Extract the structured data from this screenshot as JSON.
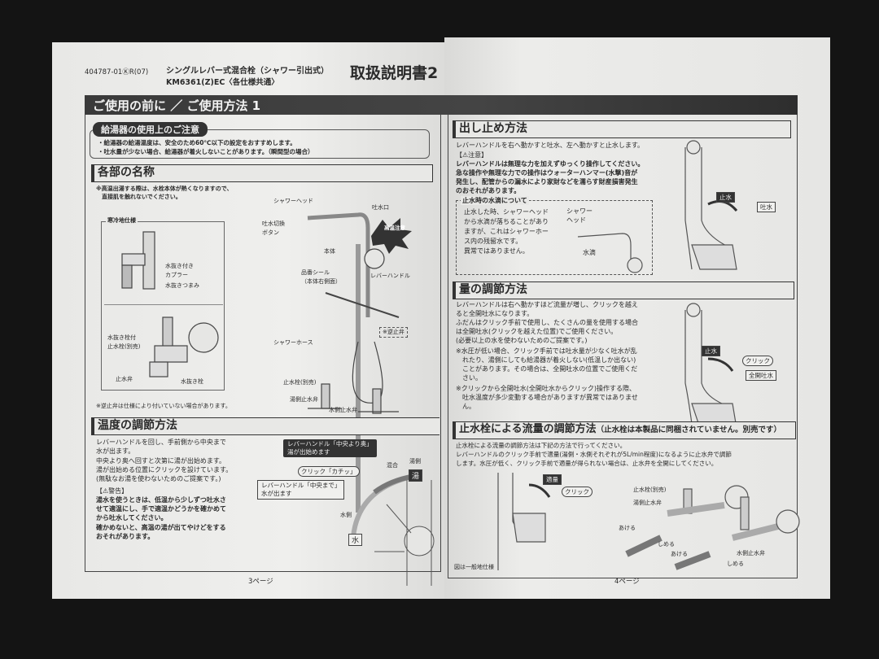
{
  "header": {
    "code": "404787-01ⓀR(07)",
    "product": "シングルレバー式混合栓（シャワー引出式）",
    "model": "KM6361(Z)EC〈各仕様共通〉",
    "doc_title": "取扱説明書2",
    "band_title": "ご使用の前に ／ ご使用方法 1"
  },
  "left": {
    "heater": {
      "title": "給湯器の使用上のご注意",
      "lines": [
        "・給湯器の給湯温度は、安全のため60℃以下の設定をおすすめします。",
        "・吐水量が少ない場合、給湯器が着火しないことがあります。（瞬間型の場合）"
      ]
    },
    "parts": {
      "title": "各部の名称",
      "note": [
        "※高温出湯する際は、水栓本体が熱くなりますので、",
        "　直接肌を触れないでください。"
      ],
      "cold_label": "寒冷地仕様",
      "labels": {
        "coupler": "水抜き付き\nカプラー",
        "knob": "水抜きつまみ",
        "stopcock_drain": "水抜き栓付\n止水栓(別売)",
        "valve": "止水弁",
        "drain": "水抜き栓",
        "shower_head": "シャワーヘッド",
        "spout": "吐水口",
        "switch": "吐水切換\nボタン",
        "hot": "高温注意",
        "body": "本体",
        "seal": "品番シール\n（本体右側面）",
        "lever": "レバーハンドル",
        "hose": "シャワーホース",
        "check": "※逆止弁",
        "stopcock": "止水栓(別売)",
        "hot_valve": "湯側止水弁",
        "cold_valve": "水側止水弁"
      },
      "footnote": "※逆止弁は仕様により付いていない場合があります。"
    },
    "temp": {
      "title": "温度の調節方法",
      "body": [
        "レバーハンドルを回し、手前側から中央まで",
        "水が出ます。",
        "中央より奥へ回すと次第に湯が出始めます。",
        "湯が出始める位置にクリックを設けています。",
        "(無駄なお湯を使わないためのご提案です。)"
      ],
      "warn_title": "【⚠警告】",
      "warn": [
        "湯水を使うときは、低温から少しずつ吐水さ",
        "せて適温にし、手で適温かどうかを確かめて",
        "から吐水してください。",
        "確かめないと、高温の湯が出てやけどをする",
        "おそれがあります。"
      ],
      "callout1": [
        "レバーハンドル「中央より奥」",
        "湯が出始めます"
      ],
      "click": "クリック「カチッ」",
      "callout2": [
        "レバーハンドル「中央まで」",
        "水が出ます"
      ],
      "mix": "混合",
      "hot_side": "湯側",
      "hot": "湯",
      "cold_side": "水側",
      "cold": "水"
    },
    "page": "3ページ"
  },
  "right": {
    "onoff": {
      "title": "出し止め方法",
      "intro": "レバーハンドルを右へ動かすと吐水、左へ動かすと止水します。",
      "caution_title": "【⚠注意】",
      "caution": [
        "レバーハンドルは無理な力を加えずゆっくり操作してください。",
        "急な操作や無理な力での操作はウォーターハンマー(水撃)音が",
        "発生し、配管からの漏水により家財などを濡らす財産損害発生",
        "のおそれがあります。"
      ],
      "drip_title": "止水時の水滴について",
      "drip": [
        "止水した時、シャワーヘッド",
        "から水滴が落ちることがあり",
        "ますが、これはシャワーホー",
        "ス内の残留水です。",
        "異常ではありません。"
      ],
      "shower_head": "シャワー\nヘッド",
      "drop": "水滴",
      "stop": "止水",
      "flow": "吐水"
    },
    "volume": {
      "title": "量の調節方法",
      "body": [
        "レバーハンドルは右へ動かすほど流量が増し、クリックを越え",
        "ると全開吐水になります。",
        "ふだんはクリック手前で使用し、たくさんの量を使用する場合",
        "は全開吐水(クリックを越えた位置)でご使用ください。",
        "(必要以上の水を使わないためのご提案です。)",
        "※水圧が低い場合、クリック手前では吐水量が少なく吐水が乱",
        "　れたり、湯側にしても給湯器が着火しない(低温しか出ない)",
        "　ことがあります。その場合は、全開吐水の位置でご使用くだ",
        "　さい。",
        "※クリックから全開吐水(全開吐水からクリック)操作する際、",
        "　吐水温度が多少変動する場合がありますが異常ではありませ",
        "　ん。"
      ],
      "stop": "止水",
      "click": "クリック",
      "full": "全開吐水"
    },
    "valve": {
      "title": "止水栓による流量の調節方法",
      "title_note": "（止水栓は本製品に同梱されていません。別売です）",
      "body": [
        "止水栓による流量の調節方法は下記の方法で行ってください。",
        "レバーハンドルのクリック手前で適量(湯側・水側それぞれが5L/min程度)になるように止水弁で調節",
        "します。水圧が低く、クリック手前で適量が得られない場合は、止水弁を全開にしてください。"
      ],
      "proper": "適量",
      "click": "クリック",
      "stopcock": "止水栓(別売)",
      "hot_valve": "湯側止水弁",
      "open": "あける",
      "close": "しめる",
      "open2": "あける",
      "close2": "しめる",
      "cold_valve": "水側止水弁",
      "fig_note": "図は一般地仕様"
    },
    "page": "4ページ"
  }
}
